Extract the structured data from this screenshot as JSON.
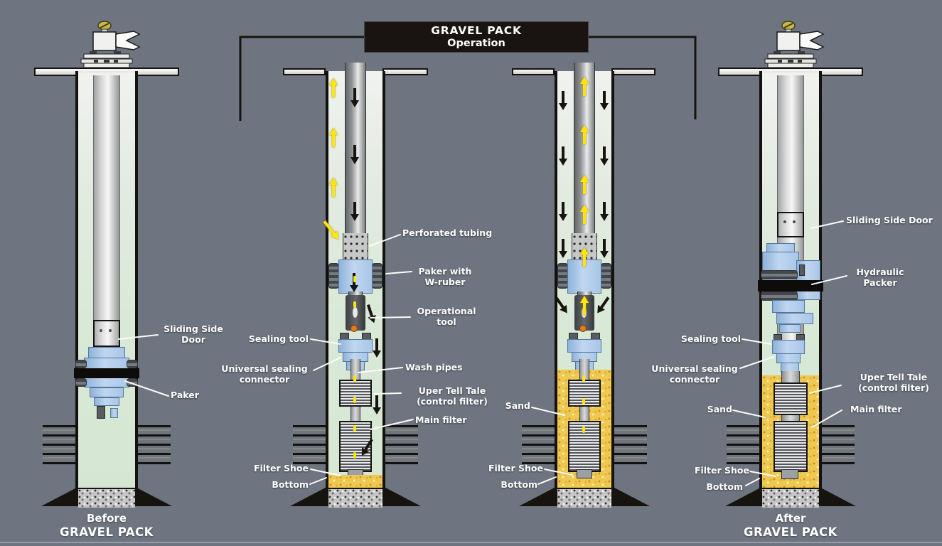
{
  "title": {
    "line1": "GRAVEL PACK",
    "line2": "Operation"
  },
  "wells": {
    "before": {
      "caption_line1": "Before",
      "caption_line2": "GRAVEL PACK",
      "labels": {
        "sliding_side_door": "Sliding Side\nDoor",
        "paker": "Paker"
      }
    },
    "operation1": {
      "labels": {
        "perforated_tubing": "Perforated tubing",
        "paker_with_w_ruber": "Paker with\nW-ruber",
        "operational_tool": "Operational\ntool",
        "sealing_tool": "Sealing tool",
        "universal_sealing_connector": "Universal sealing\nconnector",
        "wash_pipes": "Wash pipes",
        "uper_tell_tale": "Uper Tell Tale\n(control filter)",
        "main_filter": "Main filter",
        "filter_shoe": "Filter Shoe",
        "bottom": "Bottom"
      }
    },
    "operation2": {
      "labels": {
        "sand": "Sand",
        "filter_shoe": "Filter Shoe",
        "bottom": "Bottom"
      }
    },
    "after": {
      "caption_line1": "After",
      "caption_line2": "GRAVEL PACK",
      "labels": {
        "sliding_side_door": "Sliding Side Door",
        "hydraulic_packer": "Hydraulic\nPacker",
        "sealing_tool": "Sealing tool",
        "universal_sealing_connector": "Universal sealing\nconnector",
        "sand": "Sand",
        "uper_tell_tale": "Uper Tell Tale\n(control filter)",
        "main_filter": "Main filter",
        "filter_shoe": "Filter Shoe",
        "bottom": "Bottom"
      }
    }
  },
  "colors": {
    "background": "#6e7580",
    "title_bg": "#191411",
    "label_text": "#ffffff",
    "sand": "#eec851",
    "packer_blue": "#a9c6e7",
    "flow_up_arrow": "#ffe60a",
    "flow_down_arrow": "#17130f",
    "casing_interior": "#d8e8d6"
  }
}
